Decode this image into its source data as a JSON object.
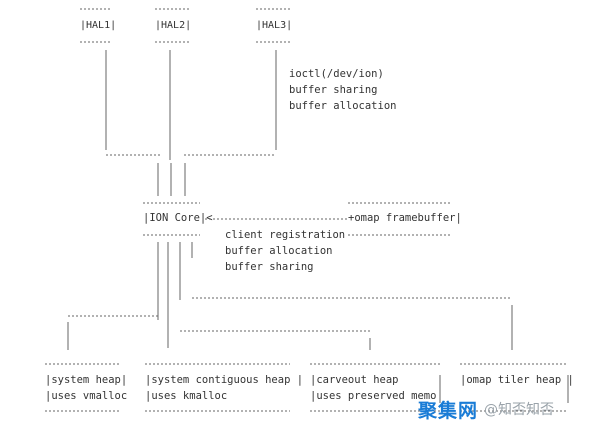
{
  "diagram": {
    "hal_nodes": [
      "|HAL1|",
      "|HAL2|",
      "|HAL3|"
    ],
    "hal3_annotations": [
      "ioctl(/dev/ion)",
      "buffer sharing",
      "buffer allocation"
    ],
    "ion_core": "|ION Core|<",
    "omap_framebuffer": "+omap framebuffer|",
    "core_annotations": [
      "client registration",
      "buffer allocation",
      "buffer sharing"
    ],
    "heaps": [
      {
        "line1": "|system heap|",
        "line2": "|uses vmalloc"
      },
      {
        "line1": "|system contiguous heap |",
        "line2": "|uses kmalloc"
      },
      {
        "line1": "|carveout heap",
        "line2": "|uses preserved memo"
      },
      {
        "line1": "|omap tiler heap |",
        "line2": ""
      }
    ]
  },
  "watermark": {
    "brand": "聚集网",
    "source": "@知否知否"
  },
  "colors": {
    "line": "#666666",
    "text": "#333333",
    "watermark_brand": "#1a7cd6"
  }
}
